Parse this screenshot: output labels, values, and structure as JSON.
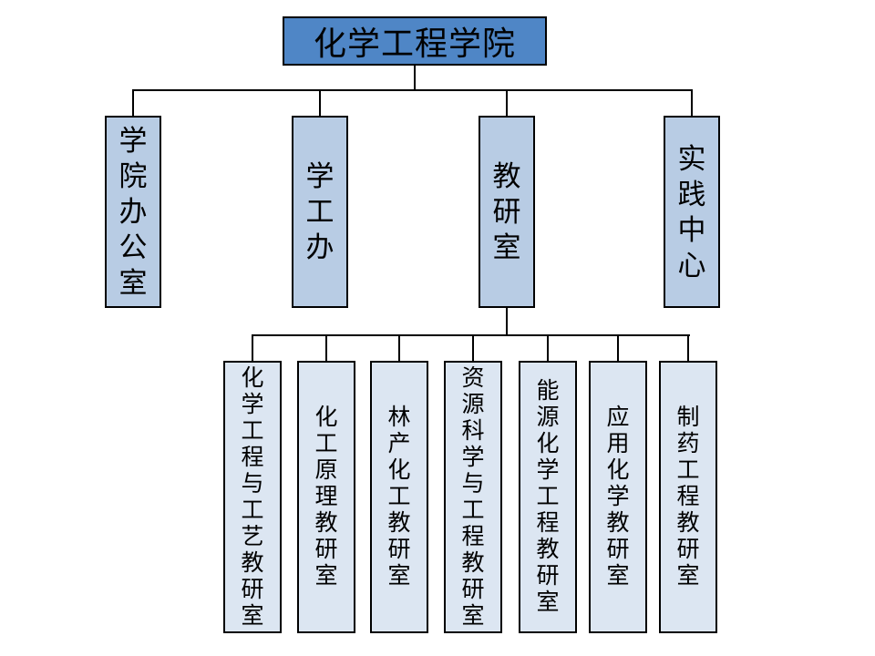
{
  "org": {
    "root": {
      "label": "化学工程学院",
      "children": [
        {
          "label": "学院办公室",
          "children": []
        },
        {
          "label": "学工办",
          "children": []
        },
        {
          "label": "教研室",
          "children": [
            {
              "label": "化学工程与工艺教研室"
            },
            {
              "label": "化工原理教研室"
            },
            {
              "label": "林产化工教研室"
            },
            {
              "label": "资源科学与工程教研室"
            },
            {
              "label": "能源化学工程教研室"
            },
            {
              "label": "应用化学教研室"
            },
            {
              "label": "制药工程教研室"
            }
          ]
        },
        {
          "label": "实践中心",
          "children": []
        }
      ]
    },
    "colors": {
      "root_fill": "#4F86C6",
      "department_fill": "#B8CCE4",
      "office_fill": "#DCE6F2",
      "border": "#000000",
      "connector": "#000000",
      "background": "#FFFFFF"
    }
  }
}
